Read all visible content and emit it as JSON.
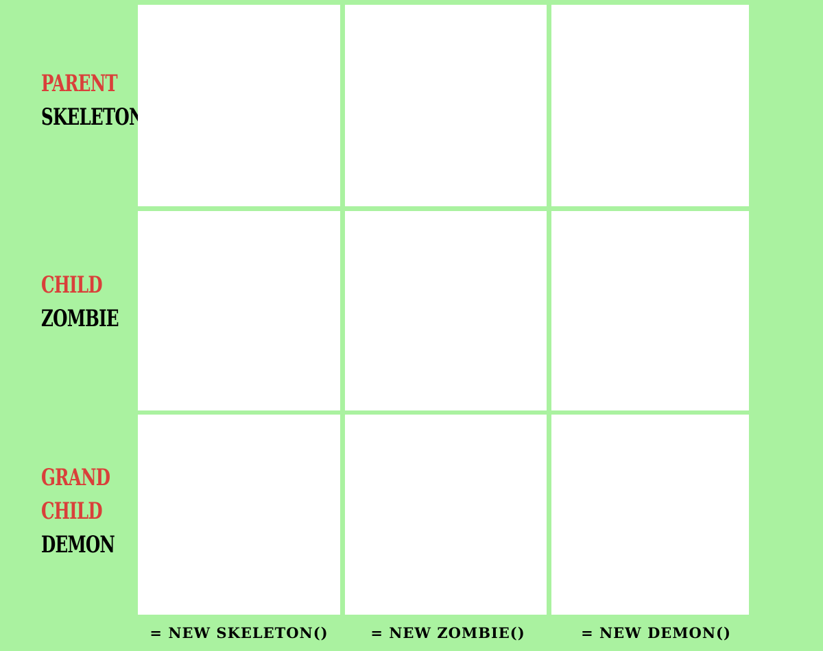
{
  "rows": [
    {
      "relation": [
        "PARENT"
      ],
      "class_name": "SKELETON"
    },
    {
      "relation": [
        "CHILD"
      ],
      "class_name": "ZOMBIE"
    },
    {
      "relation": [
        "GRAND",
        "CHILD"
      ],
      "class_name": "DEMON"
    }
  ],
  "columns": [
    {
      "label": "= NEW SKELETON()"
    },
    {
      "label": "= NEW ZOMBIE()"
    },
    {
      "label": "= NEW DEMON()"
    }
  ],
  "colors": {
    "background": "#aaf2a0",
    "relation_text": "#d9403a",
    "class_text": "#000000",
    "cell": "#ffffff"
  }
}
